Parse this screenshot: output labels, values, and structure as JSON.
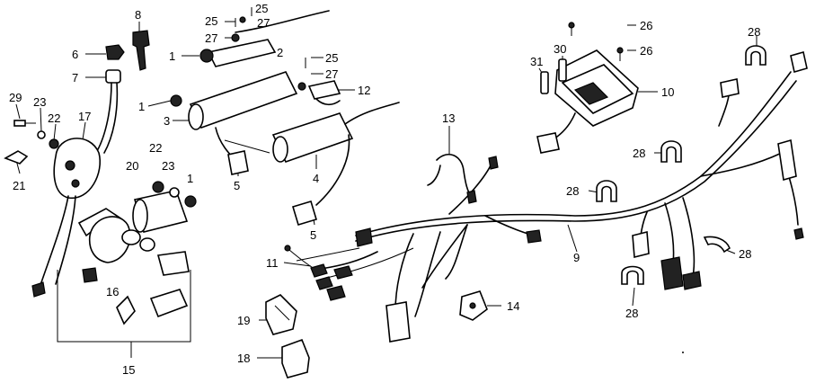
{
  "callouts": [
    {
      "id": "c8",
      "text": "8"
    },
    {
      "id": "c6",
      "text": "6"
    },
    {
      "id": "c7",
      "text": "7"
    },
    {
      "id": "c29",
      "text": "29"
    },
    {
      "id": "c23a",
      "text": "23"
    },
    {
      "id": "c22a",
      "text": "22"
    },
    {
      "id": "c17",
      "text": "17"
    },
    {
      "id": "c21",
      "text": "21"
    },
    {
      "id": "c25a",
      "text": "25"
    },
    {
      "id": "c25b",
      "text": "25"
    },
    {
      "id": "c27a",
      "text": "27"
    },
    {
      "id": "c1a",
      "text": "1"
    },
    {
      "id": "c27b",
      "text": "27"
    },
    {
      "id": "c2",
      "text": "2"
    },
    {
      "id": "c25c",
      "text": "25"
    },
    {
      "id": "c27c",
      "text": "27"
    },
    {
      "id": "c1b",
      "text": "1"
    },
    {
      "id": "c12",
      "text": "12"
    },
    {
      "id": "c3",
      "text": "3"
    },
    {
      "id": "c5a",
      "text": "5"
    },
    {
      "id": "c4",
      "text": "4"
    },
    {
      "id": "c5b",
      "text": "5"
    },
    {
      "id": "c20",
      "text": "20"
    },
    {
      "id": "c22b",
      "text": "22"
    },
    {
      "id": "c23b",
      "text": "23"
    },
    {
      "id": "c1c",
      "text": "1"
    },
    {
      "id": "c16",
      "text": "16"
    },
    {
      "id": "c15",
      "text": "15"
    },
    {
      "id": "c13",
      "text": "13"
    },
    {
      "id": "c11",
      "text": "11"
    },
    {
      "id": "c19",
      "text": "19"
    },
    {
      "id": "c18",
      "text": "18"
    },
    {
      "id": "c14",
      "text": "14"
    },
    {
      "id": "c9",
      "text": "9"
    },
    {
      "id": "c26a",
      "text": "26"
    },
    {
      "id": "c26b",
      "text": "26"
    },
    {
      "id": "c30",
      "text": "30"
    },
    {
      "id": "c31",
      "text": "31"
    },
    {
      "id": "c10",
      "text": "10"
    },
    {
      "id": "c28a",
      "text": "28"
    },
    {
      "id": "c28b",
      "text": "28"
    },
    {
      "id": "c28c",
      "text": "28"
    },
    {
      "id": "c28d",
      "text": "28"
    },
    {
      "id": "c28e",
      "text": "28"
    }
  ]
}
